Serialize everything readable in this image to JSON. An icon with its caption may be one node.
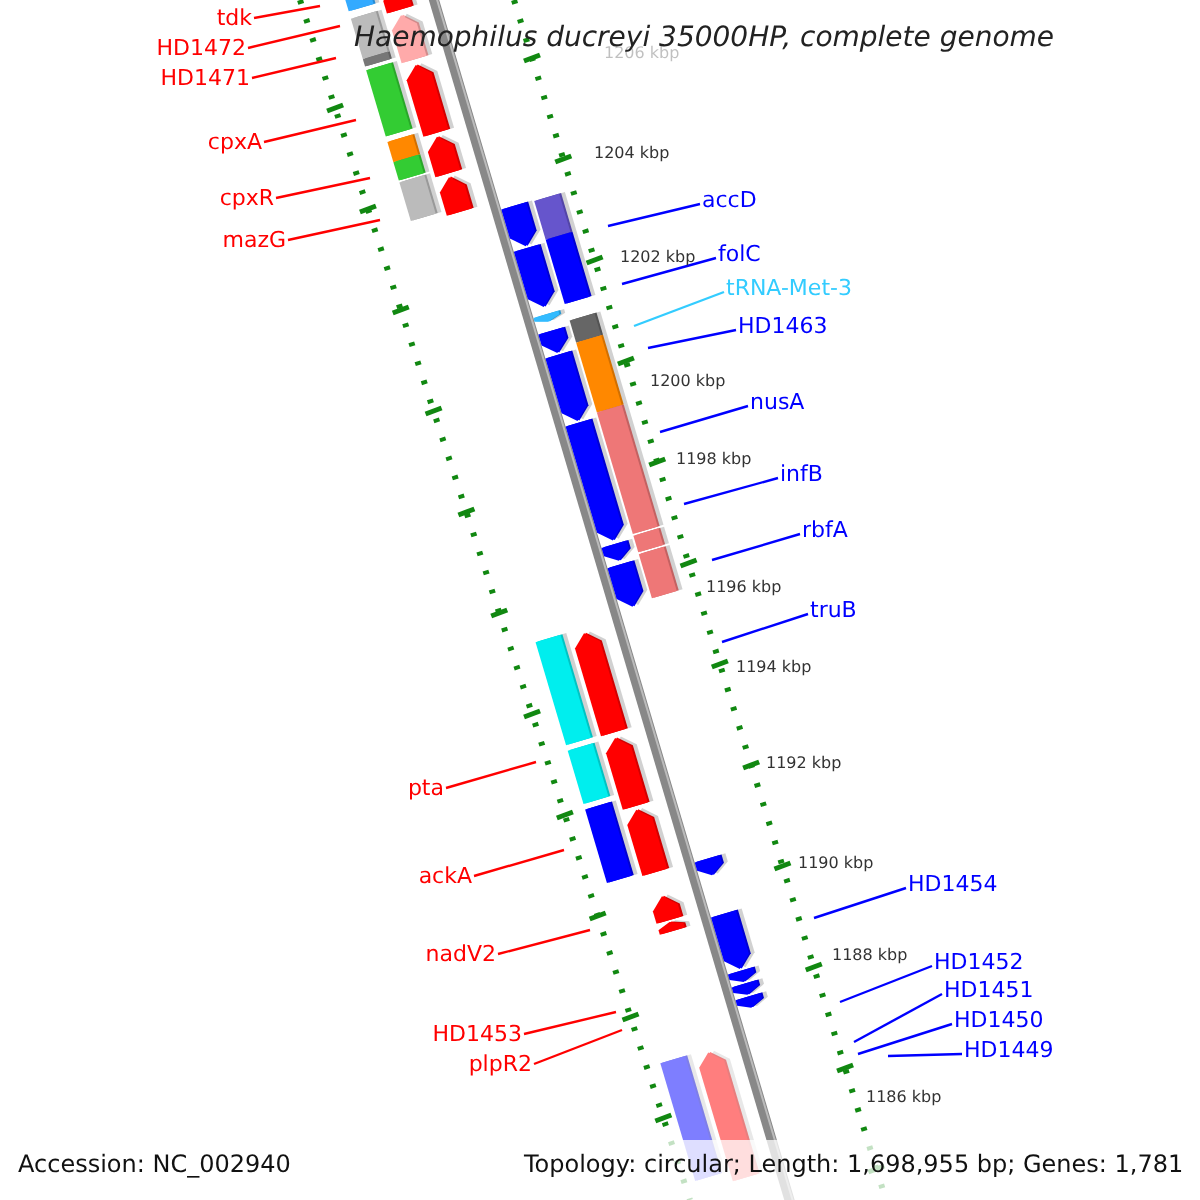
{
  "diagram": {
    "title": "Haemophilus ducreyi 35000HP, complete genome",
    "nodes": [
      {
        "text": [
          "tdk"
        ]
      },
      {
        "text": [
          "HD1472"
        ]
      },
      {
        "text": [
          "HD1471"
        ]
      },
      {
        "text": [
          "cpxA"
        ]
      },
      {
        "text": [
          "cpxR"
        ]
      },
      {
        "text": [
          "accD"
        ]
      },
      {
        "text": [
          "mazG"
        ]
      },
      {
        "text": [
          "folC"
        ]
      },
      {
        "text": [
          "tRNA-Met-3"
        ]
      },
      {
        "text": [
          "HD1463"
        ]
      },
      {
        "text": [
          "nusA"
        ]
      },
      {
        "text": [
          "infB"
        ]
      },
      {
        "text": [
          "rbfA"
        ]
      },
      {
        "text": [
          "truB"
        ]
      },
      {
        "text": [
          "pta"
        ]
      },
      {
        "text": [
          "ackA"
        ]
      },
      {
        "text": [
          "HD1454"
        ]
      },
      {
        "text": [
          "nadV2"
        ]
      },
      {
        "text": [
          "HD1452"
        ]
      },
      {
        "text": [
          "HD1451"
        ]
      },
      {
        "text": [
          "HD1450"
        ]
      },
      {
        "text": [
          "HD1453"
        ]
      },
      {
        "text": [
          "HD1449"
        ]
      },
      {
        "text": [
          "plpR2"
        ]
      }
    ],
    "edges": [
      {
        "from": 0,
        "to": null,
        "arrow": "none",
        "color": "#ff0000"
      },
      {
        "from": 1,
        "to": null,
        "arrow": "none",
        "color": "#ff0000"
      },
      {
        "from": 2,
        "to": null,
        "arrow": "none",
        "color": "#ff0000"
      },
      {
        "from": 3,
        "to": null,
        "arrow": "none",
        "color": "#ff0000"
      },
      {
        "from": 4,
        "to": null,
        "arrow": "none",
        "color": "#ff0000"
      },
      {
        "from": 5,
        "to": null,
        "arrow": "none"
      },
      {
        "from": 6,
        "to": null,
        "arrow": "none",
        "color": "#ff0000"
      },
      {
        "from": 7,
        "to": null,
        "arrow": "none"
      },
      {
        "from": 8,
        "to": null,
        "arrow": "none",
        "color": "#33ccff"
      },
      {
        "from": 9,
        "to": null,
        "arrow": "none"
      },
      {
        "from": 10,
        "to": null,
        "arrow": "none"
      },
      {
        "from": 11,
        "to": null,
        "arrow": "none"
      },
      {
        "from": 12,
        "to": null,
        "arrow": "none"
      },
      {
        "from": 13,
        "to": null,
        "arrow": "none"
      },
      {
        "from": 14,
        "to": null,
        "arrow": "none",
        "color": "#ff0000"
      },
      {
        "from": 15,
        "to": null,
        "arrow": "none",
        "color": "#ff0000"
      },
      {
        "from": 16,
        "to": null,
        "arrow": "none"
      },
      {
        "from": 17,
        "to": null,
        "arrow": "none",
        "color": "#ff0000"
      },
      {
        "from": 18,
        "to": null,
        "arrow": "none"
      },
      {
        "from": 19,
        "to": null,
        "arrow": "none"
      },
      {
        "from": 20,
        "to": null,
        "arrow": "none"
      },
      {
        "from": 21,
        "to": null,
        "arrow": "none",
        "color": "#ff0000"
      },
      {
        "from": 22,
        "to": null,
        "arrow": "none"
      },
      {
        "from": 23,
        "to": null,
        "arrow": "none",
        "color": "#ff0000"
      }
    ],
    "labels": [
      "1206 kbp",
      "1204 kbp",
      "1202 kbp",
      "1200 kbp",
      "1198 kbp",
      "1196 kbp",
      "1194 kbp",
      "1192 kbp",
      "1190 kbp",
      "1188 kbp",
      "1186 kbp",
      "Accession: NC_002940",
      "Topology: circular; Length: 1,698,955 bp; Genes: 1,781"
    ]
  }
}
